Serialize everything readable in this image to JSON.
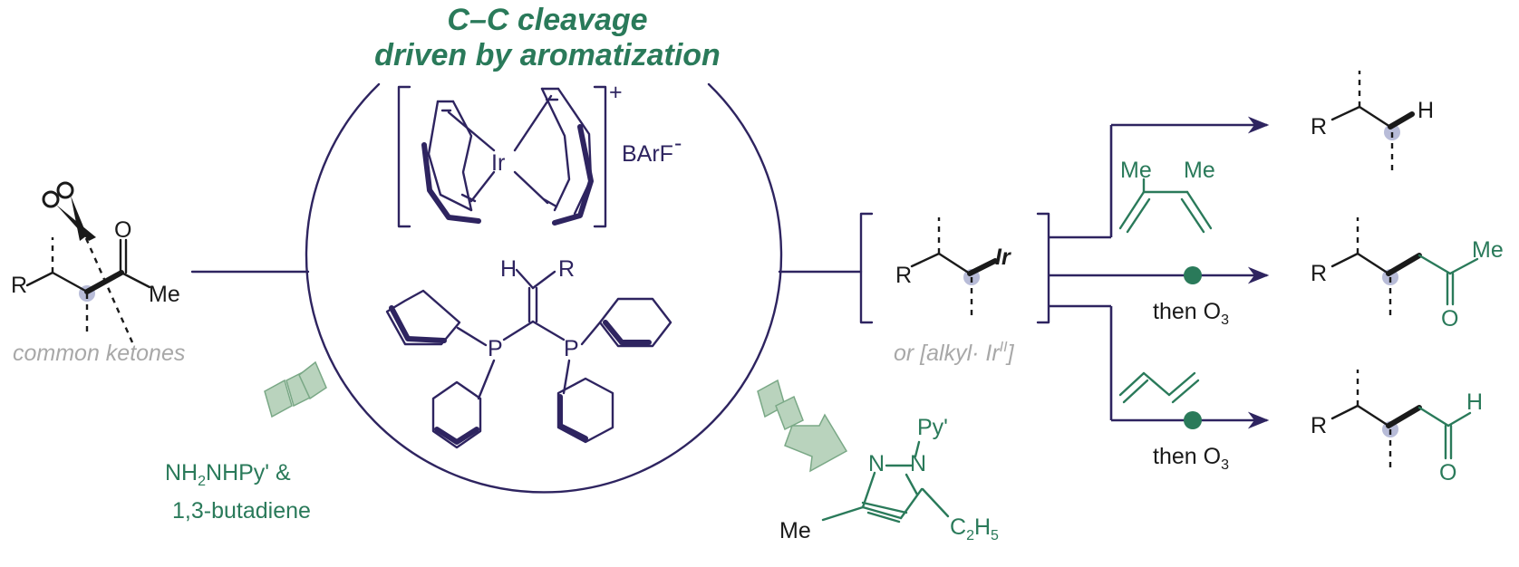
{
  "title": {
    "line1": "C–C cleavage",
    "line2": "driven by aromatization"
  },
  "catalyst": {
    "metal": "Ir",
    "charge": "+",
    "counterion": "BArF",
    "counterion_sup": "-",
    "ligand_vinyl_h": "H",
    "ligand_vinyl_r": "R",
    "phosphorus": "P"
  },
  "substrate": {
    "r_label": "R",
    "oxygen": "O",
    "methyl": "Me",
    "caption": "common ketones"
  },
  "reagents": {
    "line1_a": "NH",
    "line1_sub": "2",
    "line1_b": "NHPy' &",
    "line2": "1,3-butadiene"
  },
  "pyrazole": {
    "py": "Py'",
    "n1": "N",
    "n2": "N",
    "methyl": "Me",
    "ethyl_a": "C",
    "ethyl_sub1": "2",
    "ethyl_b": "H",
    "ethyl_sub2": "5"
  },
  "intermediate": {
    "r_label": "R",
    "metal": "Ir",
    "caption_a": "or [alkyl·  Ir",
    "caption_sup": "II",
    "caption_b": "]"
  },
  "products": {
    "top": {
      "r": "R",
      "h": "H"
    },
    "middle": {
      "r": "R",
      "me": "Me",
      "o": "O",
      "reagent_a": "then O",
      "reagent_sub": "3",
      "diene_me1": "Me",
      "diene_me2": "Me"
    },
    "bottom": {
      "r": "R",
      "h": "H",
      "o": "O",
      "reagent_a": "then O",
      "reagent_sub": "3"
    }
  },
  "colors": {
    "accent_green": "#2a7a5a",
    "navy": "#2e2460",
    "highlight": "#b8bcd8",
    "caption_grey": "#a8a8a8",
    "chevron_fill": "#b9d3bd"
  }
}
